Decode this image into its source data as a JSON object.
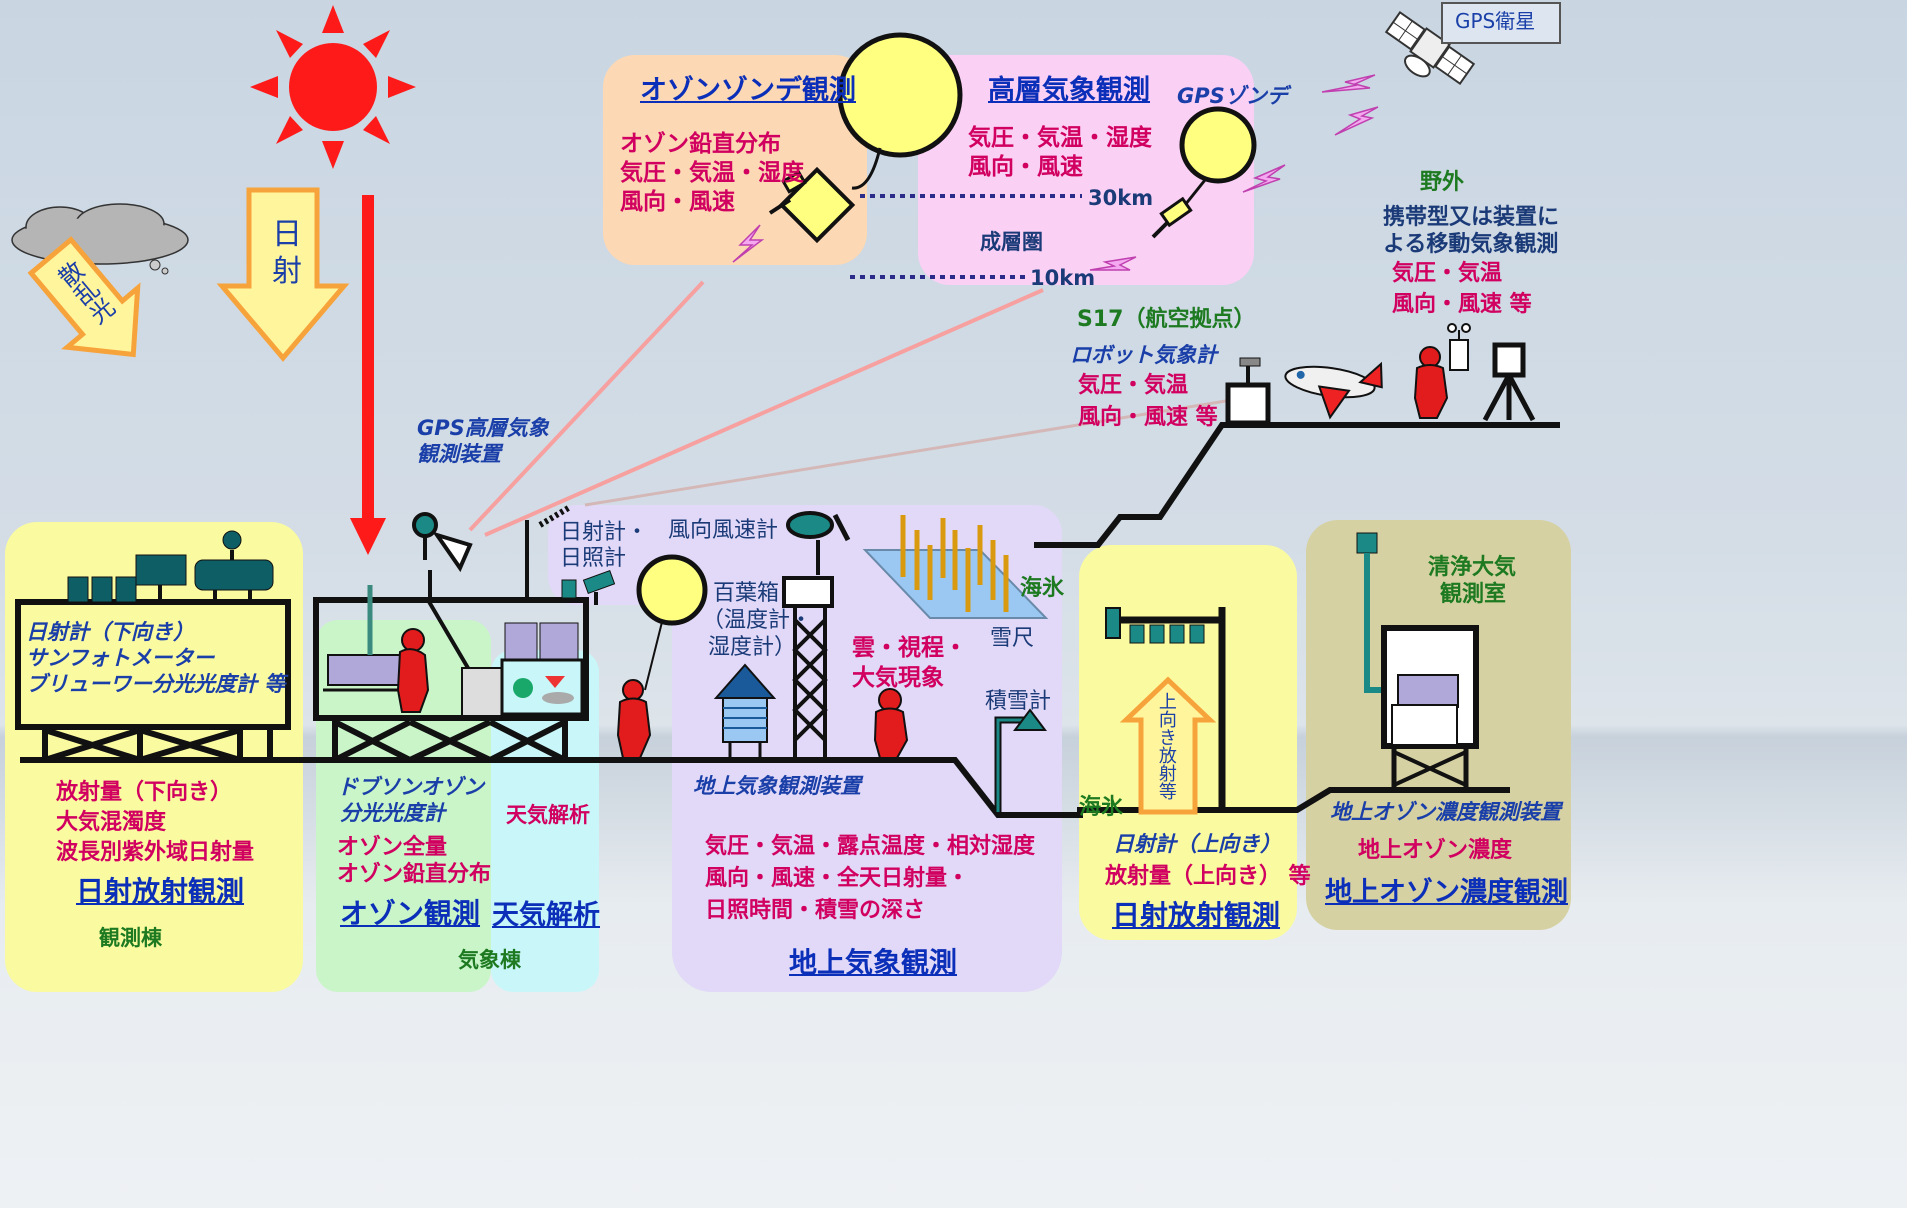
{
  "sky": {
    "direct_label": "日射",
    "scattered_label": "散乱光"
  },
  "gps_satellite": {
    "label": "GPS衛星"
  },
  "ozonesonde": {
    "title": "オゾンゾンデ観測",
    "items": [
      "オゾン鉛直分布",
      "気圧・気温・湿度",
      "風向・風速"
    ]
  },
  "upper_air": {
    "title": "高層気象観測",
    "sonde_label": "GPSゾンデ",
    "items": [
      "気圧・気温・湿度",
      "風向・風速"
    ],
    "alt_high": "30km",
    "stratosphere": "成層圏",
    "alt_low": "10km"
  },
  "field": {
    "title": "野外",
    "desc": [
      "携帯型又は装置に",
      "よる移動気象観測"
    ],
    "items": [
      "気圧・気温",
      "風向・風速 等"
    ]
  },
  "s17": {
    "title": "S17（航空拠点）",
    "device": "ロボット気象計",
    "items": [
      "気圧・気温",
      "風向・風速 等"
    ]
  },
  "gps_station": {
    "label": [
      "GPS高層気象",
      "観測装置"
    ]
  },
  "sunshine_meter": {
    "label": [
      "日射計・",
      "日照計"
    ]
  },
  "anemometer": {
    "label": "風向風速計"
  },
  "shelter": {
    "label": [
      "百葉箱",
      "（温度計・",
      "湿度計）"
    ]
  },
  "clouds_obs": {
    "label": [
      "雲・視程・",
      "大気現象"
    ]
  },
  "sea_ice_right": "海氷",
  "snow_stake": "雪尺",
  "snow_depth_meter": "積雪計",
  "sea_ice_bottom": "海氷",
  "radiation_left": {
    "devices": [
      "日射計（下向き）",
      "サンフォトメーター",
      "ブリューワー分光光度計 等"
    ],
    "items": [
      "放射量（下向き）",
      "大気混濁度",
      "波長別紫外域日射量"
    ],
    "nav": "日射放射観測",
    "building": "観測棟"
  },
  "ozone": {
    "devices": [
      "ドブソンオゾン",
      "分光光度計"
    ],
    "items": [
      "オゾン全量",
      "オゾン鉛直分布"
    ],
    "nav": "オゾン観測",
    "building": "気象棟"
  },
  "weather_analysis": {
    "item": "天気解析",
    "nav": "天気解析"
  },
  "surface": {
    "device": "地上気象観測装置",
    "items": [
      "気圧・気温・露点温度・相対湿度",
      "風向・風速・全天日射量・",
      "日照時間・積雪の深さ"
    ],
    "nav": "地上気象観測"
  },
  "radiation_right": {
    "up_arrow": "上向き放射等",
    "device": "日射計（上向き）",
    "item": "放射量（上向き） 等",
    "nav": "日射放射観測"
  },
  "surface_ozone": {
    "room": [
      "清浄大気",
      "観測室"
    ],
    "device": "地上オゾン濃度観測装置",
    "item": "地上オゾン濃度",
    "nav": "地上オゾン濃度観測"
  },
  "colors": {
    "sun": "#ff1a1a",
    "balloon": "#ffff80",
    "magenta_text": "#d10060",
    "nav_blue": "#0b2fb8",
    "box_yellow": "#fafaa0",
    "box_green": "#c9f5c9",
    "box_cyan": "#c9f7f9",
    "box_lavender": "#e1d9f7",
    "box_peach": "#fcd8b4",
    "box_pink": "#fad0f5",
    "box_olive": "#d6d1a2"
  }
}
